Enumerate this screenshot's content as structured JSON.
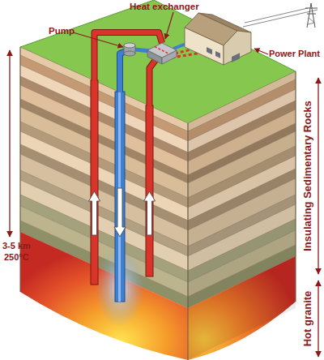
{
  "diagram": {
    "labels": [
      "Heat exchanger",
      "Pump",
      "Power Plant",
      "3-5 km",
      "250°C",
      "Insulating Sedimentary Rocks",
      "Hot granite"
    ]
  }
}
